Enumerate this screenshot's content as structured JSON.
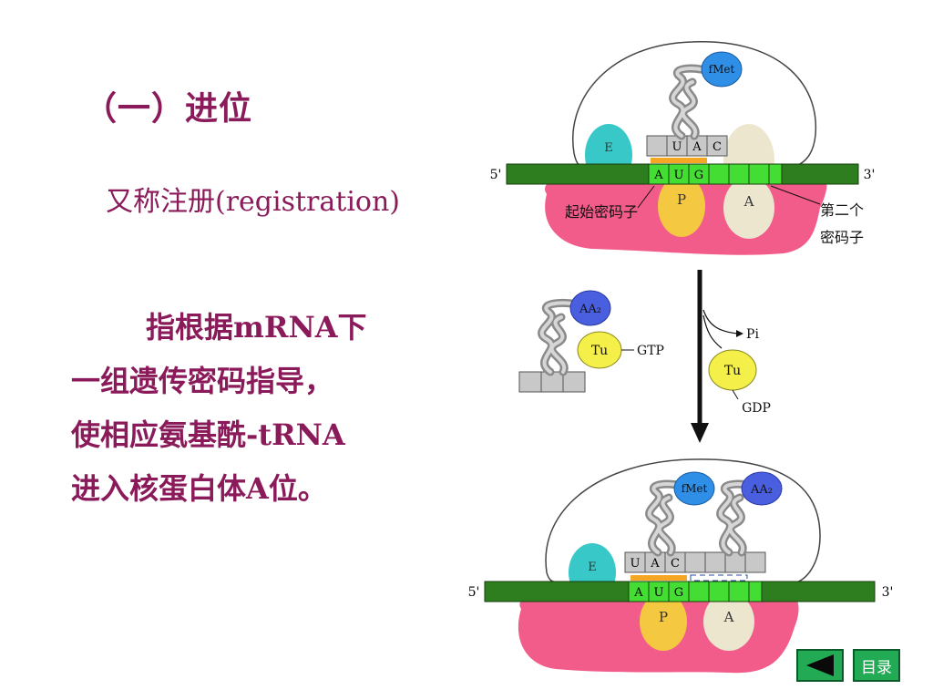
{
  "slide": {
    "title": "（一）进位",
    "subtitle": "又称注册(registration)",
    "body": [
      "指根据mRNA下",
      "一组遗传密码指导，",
      "使相应氨基酰-tRNA",
      "进入核蛋白体A位。"
    ]
  },
  "figure": {
    "top": {
      "five_prime": "5'",
      "three_prime": "3'",
      "fmet": "fMet",
      "e_site": "E",
      "p_site": "P",
      "a_site": "A",
      "anticodon": [
        "U",
        "A",
        "C"
      ],
      "codon": [
        "A",
        "U",
        "G"
      ],
      "start_codon_label": "起始密码子",
      "second_codon_label_1": "第二个",
      "second_codon_label_2": "密码子"
    },
    "middle": {
      "aa2": "AA₂",
      "tu": "Tu",
      "gtp": "GTP",
      "pi": "Pi",
      "tu2": "Tu",
      "gdp": "GDP"
    },
    "bottom": {
      "five_prime": "5'",
      "three_prime": "3'",
      "fmet": "fMet",
      "aa2": "AA₂",
      "e_site": "E",
      "p_site": "P",
      "a_site": "A",
      "anticodon": [
        "U",
        "A",
        "C"
      ],
      "codon": [
        "A",
        "U",
        "G"
      ]
    }
  },
  "nav": {
    "toc_label": "目录"
  },
  "colors": {
    "text": "#8b1a5a",
    "mrna": "#2e7d1e",
    "codon_box": "#44dd33",
    "ribosome_large": "#f25c8a",
    "p_site": "#f5c842",
    "a_site": "#ece6cf",
    "e_site": "#38c8c8",
    "fmet": "#2f8fe6",
    "aa2": "#4a5fe0",
    "tu": "#f5ef4a",
    "nav": "#22aa55"
  }
}
